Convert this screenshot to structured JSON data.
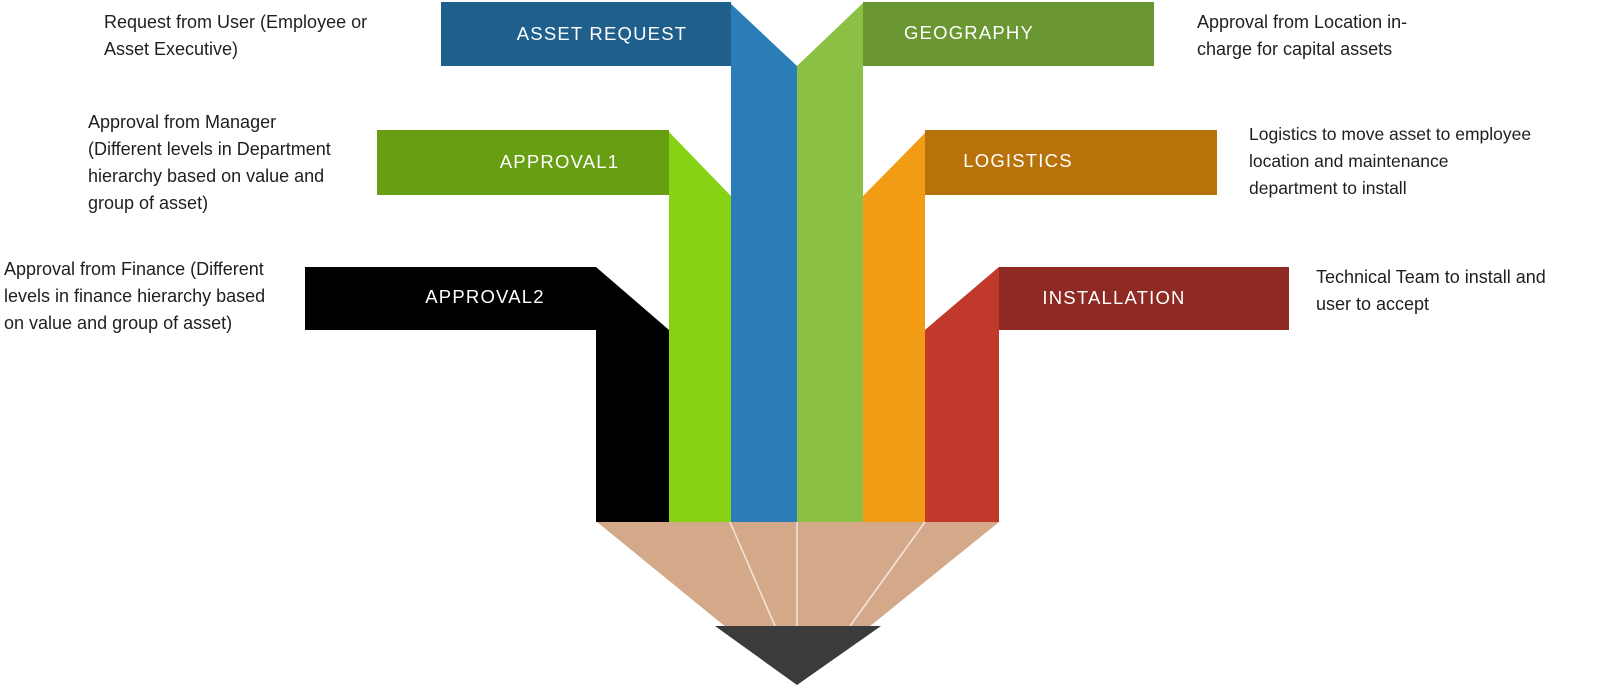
{
  "steps": {
    "asset_request": {
      "label": "ASSET REQUEST",
      "description": [
        "Request from User (Employee or",
        "Asset Executive)"
      ],
      "colors": {
        "banner": "#1f5f8b",
        "strip": "#2a7db7"
      }
    },
    "approval1": {
      "label": "APPROVAL1",
      "description": [
        "Approval from Manager",
        "(Different levels in Department",
        "hierarchy based on value and",
        "group of asset)"
      ],
      "colors": {
        "banner": "#679e12",
        "strip": "#86d316"
      }
    },
    "approval2": {
      "label": "APPROVAL2",
      "description": [
        "Approval from Finance (Different",
        "levels in finance hierarchy based",
        "on value and group of asset)"
      ],
      "colors": {
        "banner": "#000000",
        "strip": "#000000"
      }
    },
    "geography": {
      "label": "GEOGRAPHY",
      "description": [
        "Approval from Location in-",
        "charge for capital assets"
      ],
      "colors": {
        "banner": "#6a9732",
        "strip": "#8cc045"
      }
    },
    "logistics": {
      "label": "LOGISTICS",
      "description": [
        "Logistics to move asset to employee",
        "location and maintenance",
        "department to install"
      ],
      "colors": {
        "banner": "#b8720a",
        "strip": "#f29b14"
      }
    },
    "installation": {
      "label": "INSTALLATION",
      "description": [
        "Technical Team to install and",
        "user to accept"
      ],
      "colors": {
        "banner": "#8e2a23",
        "strip": "#c0392b"
      }
    }
  },
  "pencil": {
    "colors": {
      "wood": "#d3a98a",
      "lead": "#3b3b3b",
      "seam": "#f3e6dc"
    }
  }
}
